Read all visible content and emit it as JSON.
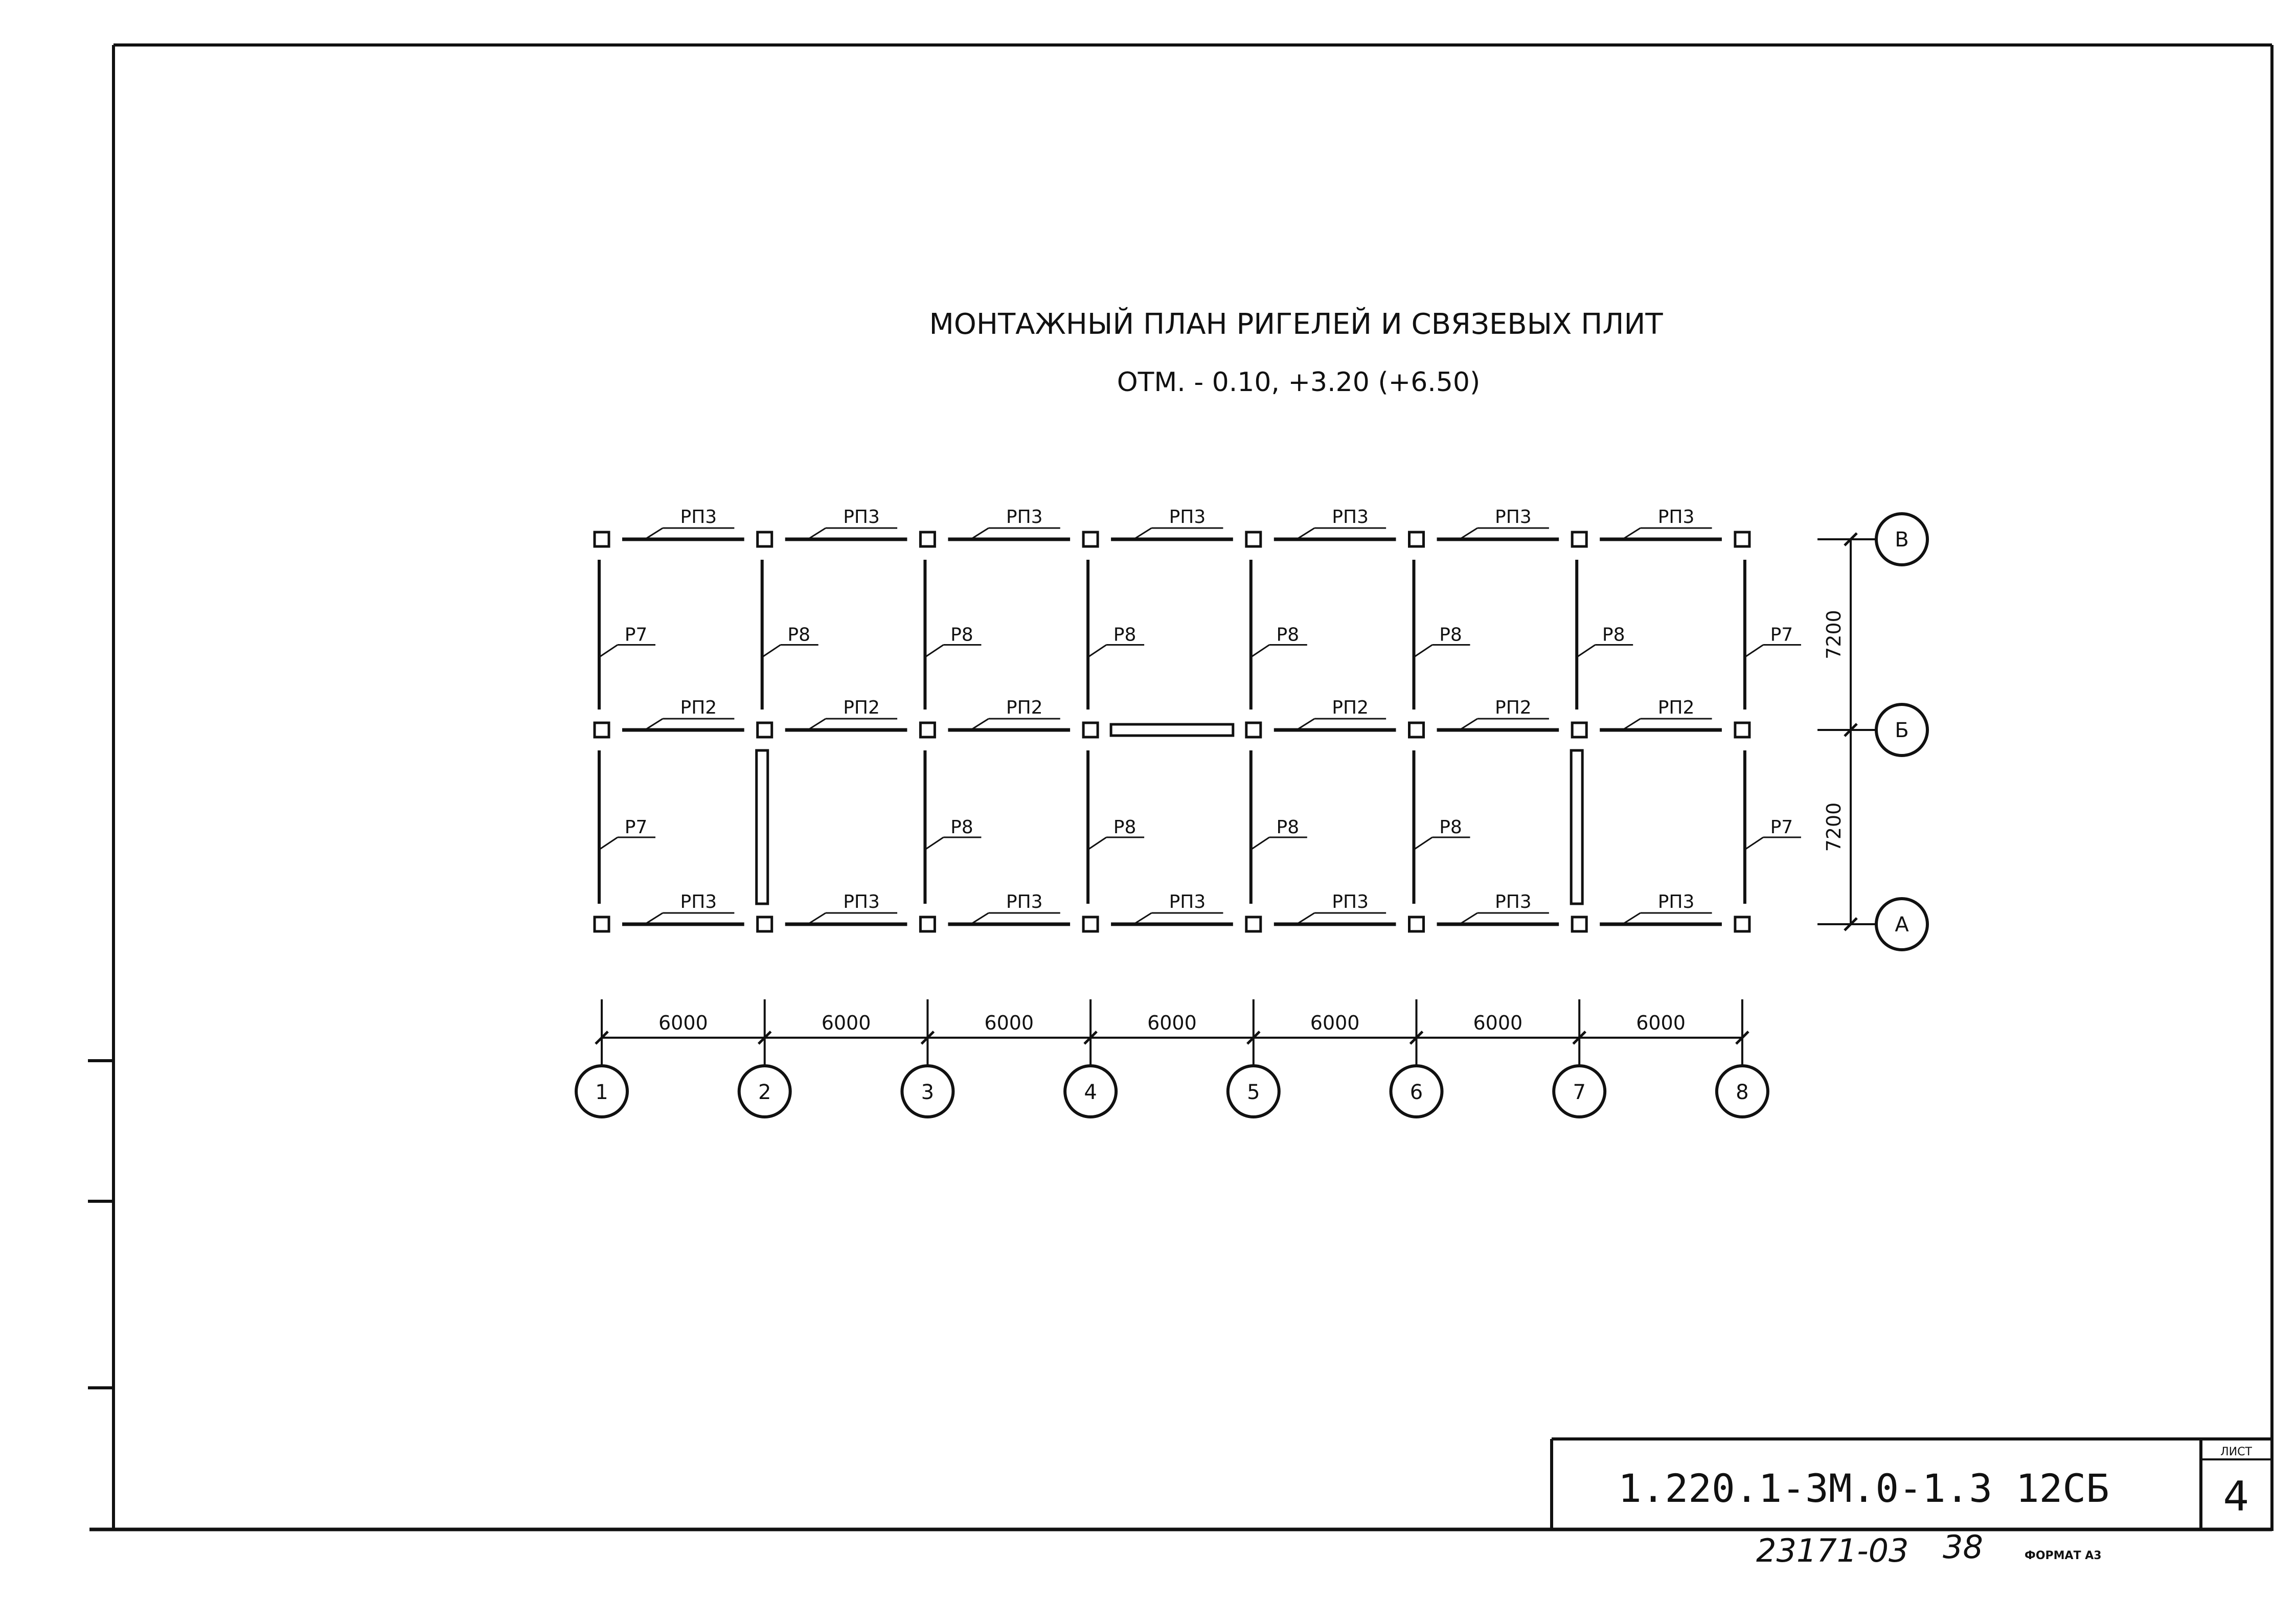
{
  "title": "МОНТАЖНЫЙ ПЛАН РИГЕЛЕЙ И СВЯЗЕВЫХ ПЛИТ",
  "subtitle": "ОТМ. - 0.10, +3.20 (+6.50)",
  "row_axes": [
    "В",
    "Б",
    "А"
  ],
  "column_axes": [
    "1",
    "2",
    "3",
    "4",
    "5",
    "6",
    "7",
    "8"
  ],
  "span_dimension": "6000",
  "row_dimension": "7200",
  "top_beam_labels": [
    "РП3",
    "РП3",
    "РП3",
    "РП3",
    "РП3",
    "РП3",
    "РП3"
  ],
  "middle_beam_labels": [
    "РП2",
    "РП2",
    "РП2",
    "",
    "РП2",
    "РП2",
    "РП2"
  ],
  "bottom_beam_labels": [
    "РП3",
    "РП3",
    "РП3",
    "РП3",
    "РП3",
    "РП3",
    "РП3"
  ],
  "upper_crossbar_labels": [
    "Р7",
    "Р8",
    "Р8",
    "Р8",
    "Р8",
    "Р8",
    "Р8",
    "Р7"
  ],
  "lower_crossbar_labels": [
    "Р7",
    "",
    "Р8",
    "Р8",
    "Р8",
    "Р8",
    "",
    "Р7"
  ],
  "title_block": {
    "code": "1.220.1-3М.0-1.3 12СБ",
    "sheet_label": "ЛИСТ",
    "sheet_number": "4"
  },
  "stamp_number": "23171-03",
  "stamp_page": "38",
  "format_label": "ФОРМАТ А3",
  "colors": {
    "ink": "#111111",
    "paper": "#ffffff"
  }
}
